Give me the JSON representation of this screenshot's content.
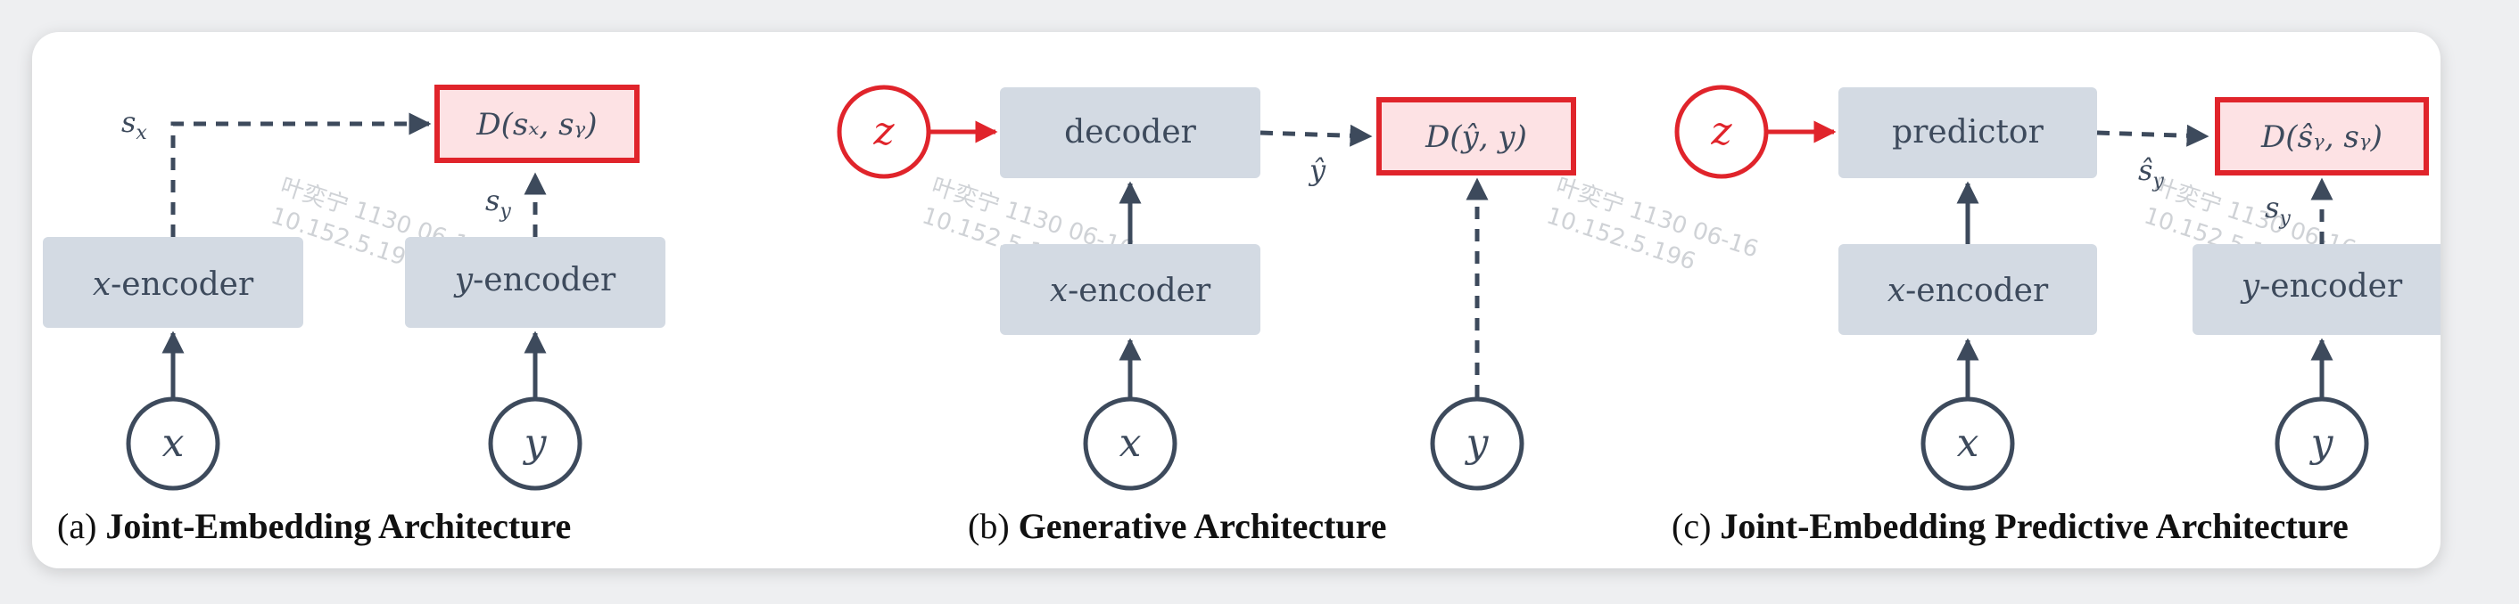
{
  "colors": {
    "box_fill": "#d3dae3",
    "node_stroke": "#3d4a5c",
    "red": "#e0242b",
    "red_fill": "#fde2e4",
    "card": "#ffffff"
  },
  "panel_a": {
    "caption_prefix": "(a)",
    "caption_title": "Joint-Embedding Architecture",
    "x_encoder_var": "x",
    "x_encoder_rest": "-encoder",
    "y_encoder_var": "y",
    "y_encoder_rest": "-encoder",
    "input_x": "x",
    "input_y": "y",
    "label_sx": "s",
    "label_sx_sub": "x",
    "label_sy": "s",
    "label_sy_sub": "y",
    "distance": "D(sₓ, sᵧ)"
  },
  "panel_b": {
    "caption_prefix": "(b)",
    "caption_title": "Generative Architecture",
    "latent": "z",
    "decoder": "decoder",
    "x_encoder_var": "x",
    "x_encoder_rest": "-encoder",
    "input_x": "x",
    "input_y": "y",
    "label_yhat": "ŷ",
    "distance": "D(ŷ, y)"
  },
  "panel_c": {
    "caption_prefix": "(c)",
    "caption_title": "Joint-Embedding Predictive Architecture",
    "latent": "z",
    "predictor": "predictor",
    "x_encoder_var": "x",
    "x_encoder_rest": "-encoder",
    "y_encoder_var": "y",
    "y_encoder_rest": "-encoder",
    "input_x": "x",
    "input_y": "y",
    "label_syhat": "ŝ",
    "label_syhat_sub": "y",
    "label_sy": "s",
    "label_sy_sub": "y",
    "distance": "D(ŝᵧ, sᵧ)"
  },
  "watermark": {
    "line1": "叶奕宁 1130 06-16",
    "line2": "10.152.5.196"
  }
}
